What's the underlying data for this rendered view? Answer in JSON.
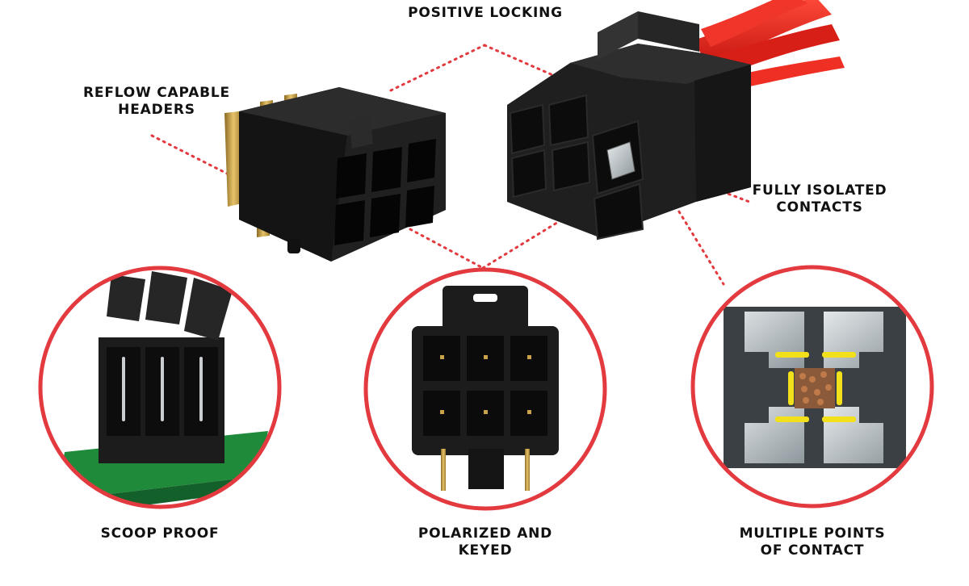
{
  "labels": {
    "positive_locking": "POSITIVE LOCKING",
    "reflow_line1": "REFLOW CAPABLE",
    "reflow_line2": "HEADERS",
    "isolated_line1": "FULLY ISOLATED",
    "isolated_line2": "CONTACTS",
    "scoop_proof": "SCOOP PROOF",
    "polarized_line1": "POLARIZED AND",
    "polarized_line2": "KEYED",
    "multiple_line1": "MULTIPLE POINTS",
    "multiple_line2": "OF CONTACT"
  },
  "colors": {
    "accent_red": "#e23a3f",
    "connector_black": "#1b1b1b",
    "gold_pin": "#c9a24a",
    "wire_red": "#e8241c",
    "pcb_green": "#1f8a3a",
    "contact_yellow": "#f2e01a"
  }
}
